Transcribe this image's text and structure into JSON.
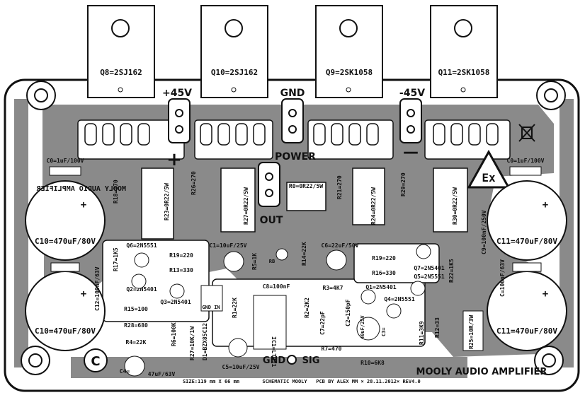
{
  "transistors": {
    "q8": "Q8=2SJ162",
    "q10": "Q10=2SJ162",
    "q9": "Q9=2SK1058",
    "q11": "Q11=2SK1058"
  },
  "power": {
    "plus": "+45V",
    "gnd": "GND",
    "minus": "-45V",
    "power_label": "POWER",
    "out_label": "OUT",
    "plus_sign": "+",
    "minus_sign": "—"
  },
  "top_caps": {
    "c0": "C0=1uF/100V",
    "c0b": "C0=1uF/100V"
  },
  "big_caps": {
    "c10a": "C10=470uF/80V",
    "c10b": "C10=470uF/80V",
    "c11a": "C11=470uF/80V",
    "c11b": "C11=470uF/80V"
  },
  "resistors": {
    "r18": "R18=270",
    "r23": "R23=0R22/5W",
    "r27": "R27=0R22/5W",
    "r26": "R26=270",
    "r0": "R0=0R22/5W",
    "r21": "R21=270",
    "r24": "R24=0R22/5W",
    "r29": "R29=270",
    "r30": "R30=0R22/5W",
    "mooly_mirror": "MOOLY AUDIO AMPLIFIER",
    "r17": "R17=1K5",
    "r19a": "R19=220",
    "r13": "R13=330",
    "r15": "R15=100",
    "r28": "R28=680",
    "r4": "R4=22K",
    "r6": "R6=100K",
    "r5": "R5=1K",
    "r1": "R1=22K",
    "r14": "R14=22K",
    "r3": "R3=4K7",
    "r7": "R7=470",
    "r10": "R10=6K8",
    "r19b": "R19=220",
    "r16": "R16=330",
    "r22": "R22=1K5",
    "r25": "R25=10R/3W",
    "r11": "R11=3K9",
    "r12": "R12=33"
  },
  "semis": {
    "q6": "Q6=2N5551",
    "q2": "Q2=2N5401",
    "q3": "Q3=2N5401",
    "q7": "Q7=2N5401",
    "q5": "Q5=2N5551",
    "q1": "Q1=2N5401",
    "q4": "Q4=2N5551",
    "d1": "D1=BZX85C12",
    "r27b": "R27=10K/1W",
    "ic1": "IC1=LT071",
    "rb": "RB"
  },
  "small_caps": {
    "c12": "C12=100nF/63V",
    "c1": "C1=10uF/25V",
    "c6": "C6=22uF/50V",
    "c8": "C8=100nF",
    "c4": "C4=",
    "c4v": "47uF/63V",
    "c5": "C5=10uF/25V",
    "c7": "C7=22pF",
    "c2": "C2=150pF",
    "c3": "40uF/25V",
    "c3b": "C3=",
    "c9": "C9=100nF/250V",
    "c9b": "C=100nF/63V",
    "r2": "R2=2K2"
  },
  "bottom": {
    "gnd_in": "GND IN",
    "gnd": "GND",
    "sig": "SIG",
    "title": "MOOLY AUDIO AMPLIFIER",
    "size": "SIZE:119 mm X 66 mm",
    "schematic": "SCHEMATIC MOOLY",
    "pcb": "PCB BY ALEX MM × 28.11.2012× REV4.0",
    "copyright": "C"
  },
  "colors": {
    "copper": "#7f7f7f",
    "board": "#ffffff",
    "silk": "#111111"
  }
}
